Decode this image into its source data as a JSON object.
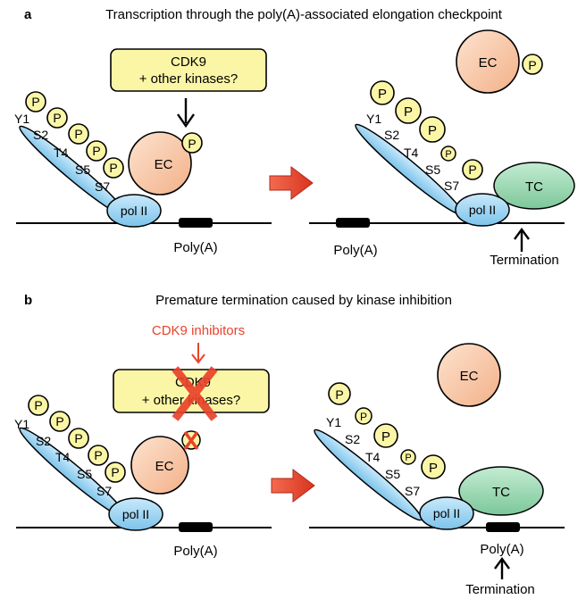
{
  "panel_a": {
    "letter": "a",
    "title": "Transcription through the poly(A)-associated elongation checkpoint",
    "kinase_box": {
      "line1": "CDK9",
      "line2": "+ other kinases?"
    },
    "ctd_residues": [
      "Y1",
      "S2",
      "T4",
      "S5",
      "S7"
    ],
    "phospho_label": "P",
    "ec_label": "EC",
    "tc_label": "TC",
    "pol_label": "pol II",
    "polya_label": "Poly(A)",
    "termination_label": "Termination"
  },
  "panel_b": {
    "letter": "b",
    "title": "Premature termination caused by kinase inhibition",
    "inhibitor_label": "CDK9 inhibitors",
    "kinase_box": {
      "line1": "CDK9",
      "line2": "+ other kinases?"
    },
    "ctd_residues": [
      "Y1",
      "S2",
      "T4",
      "S5",
      "S7"
    ],
    "phospho_label": "P",
    "ec_label": "EC",
    "tc_label": "TC",
    "pol_label": "pol II",
    "polya_label": "Poly(A)",
    "termination_label": "Termination"
  },
  "colors": {
    "phospho_fill": "#fbf6a6",
    "box_fill": "#fbf6a6",
    "pol_fill": "#9fd3f0",
    "ec_fill": "#f8c8a6",
    "tc_fill": "#9fd8b4",
    "arrow_red": "#e8432b",
    "inhibitor_red": "#e8432b"
  }
}
